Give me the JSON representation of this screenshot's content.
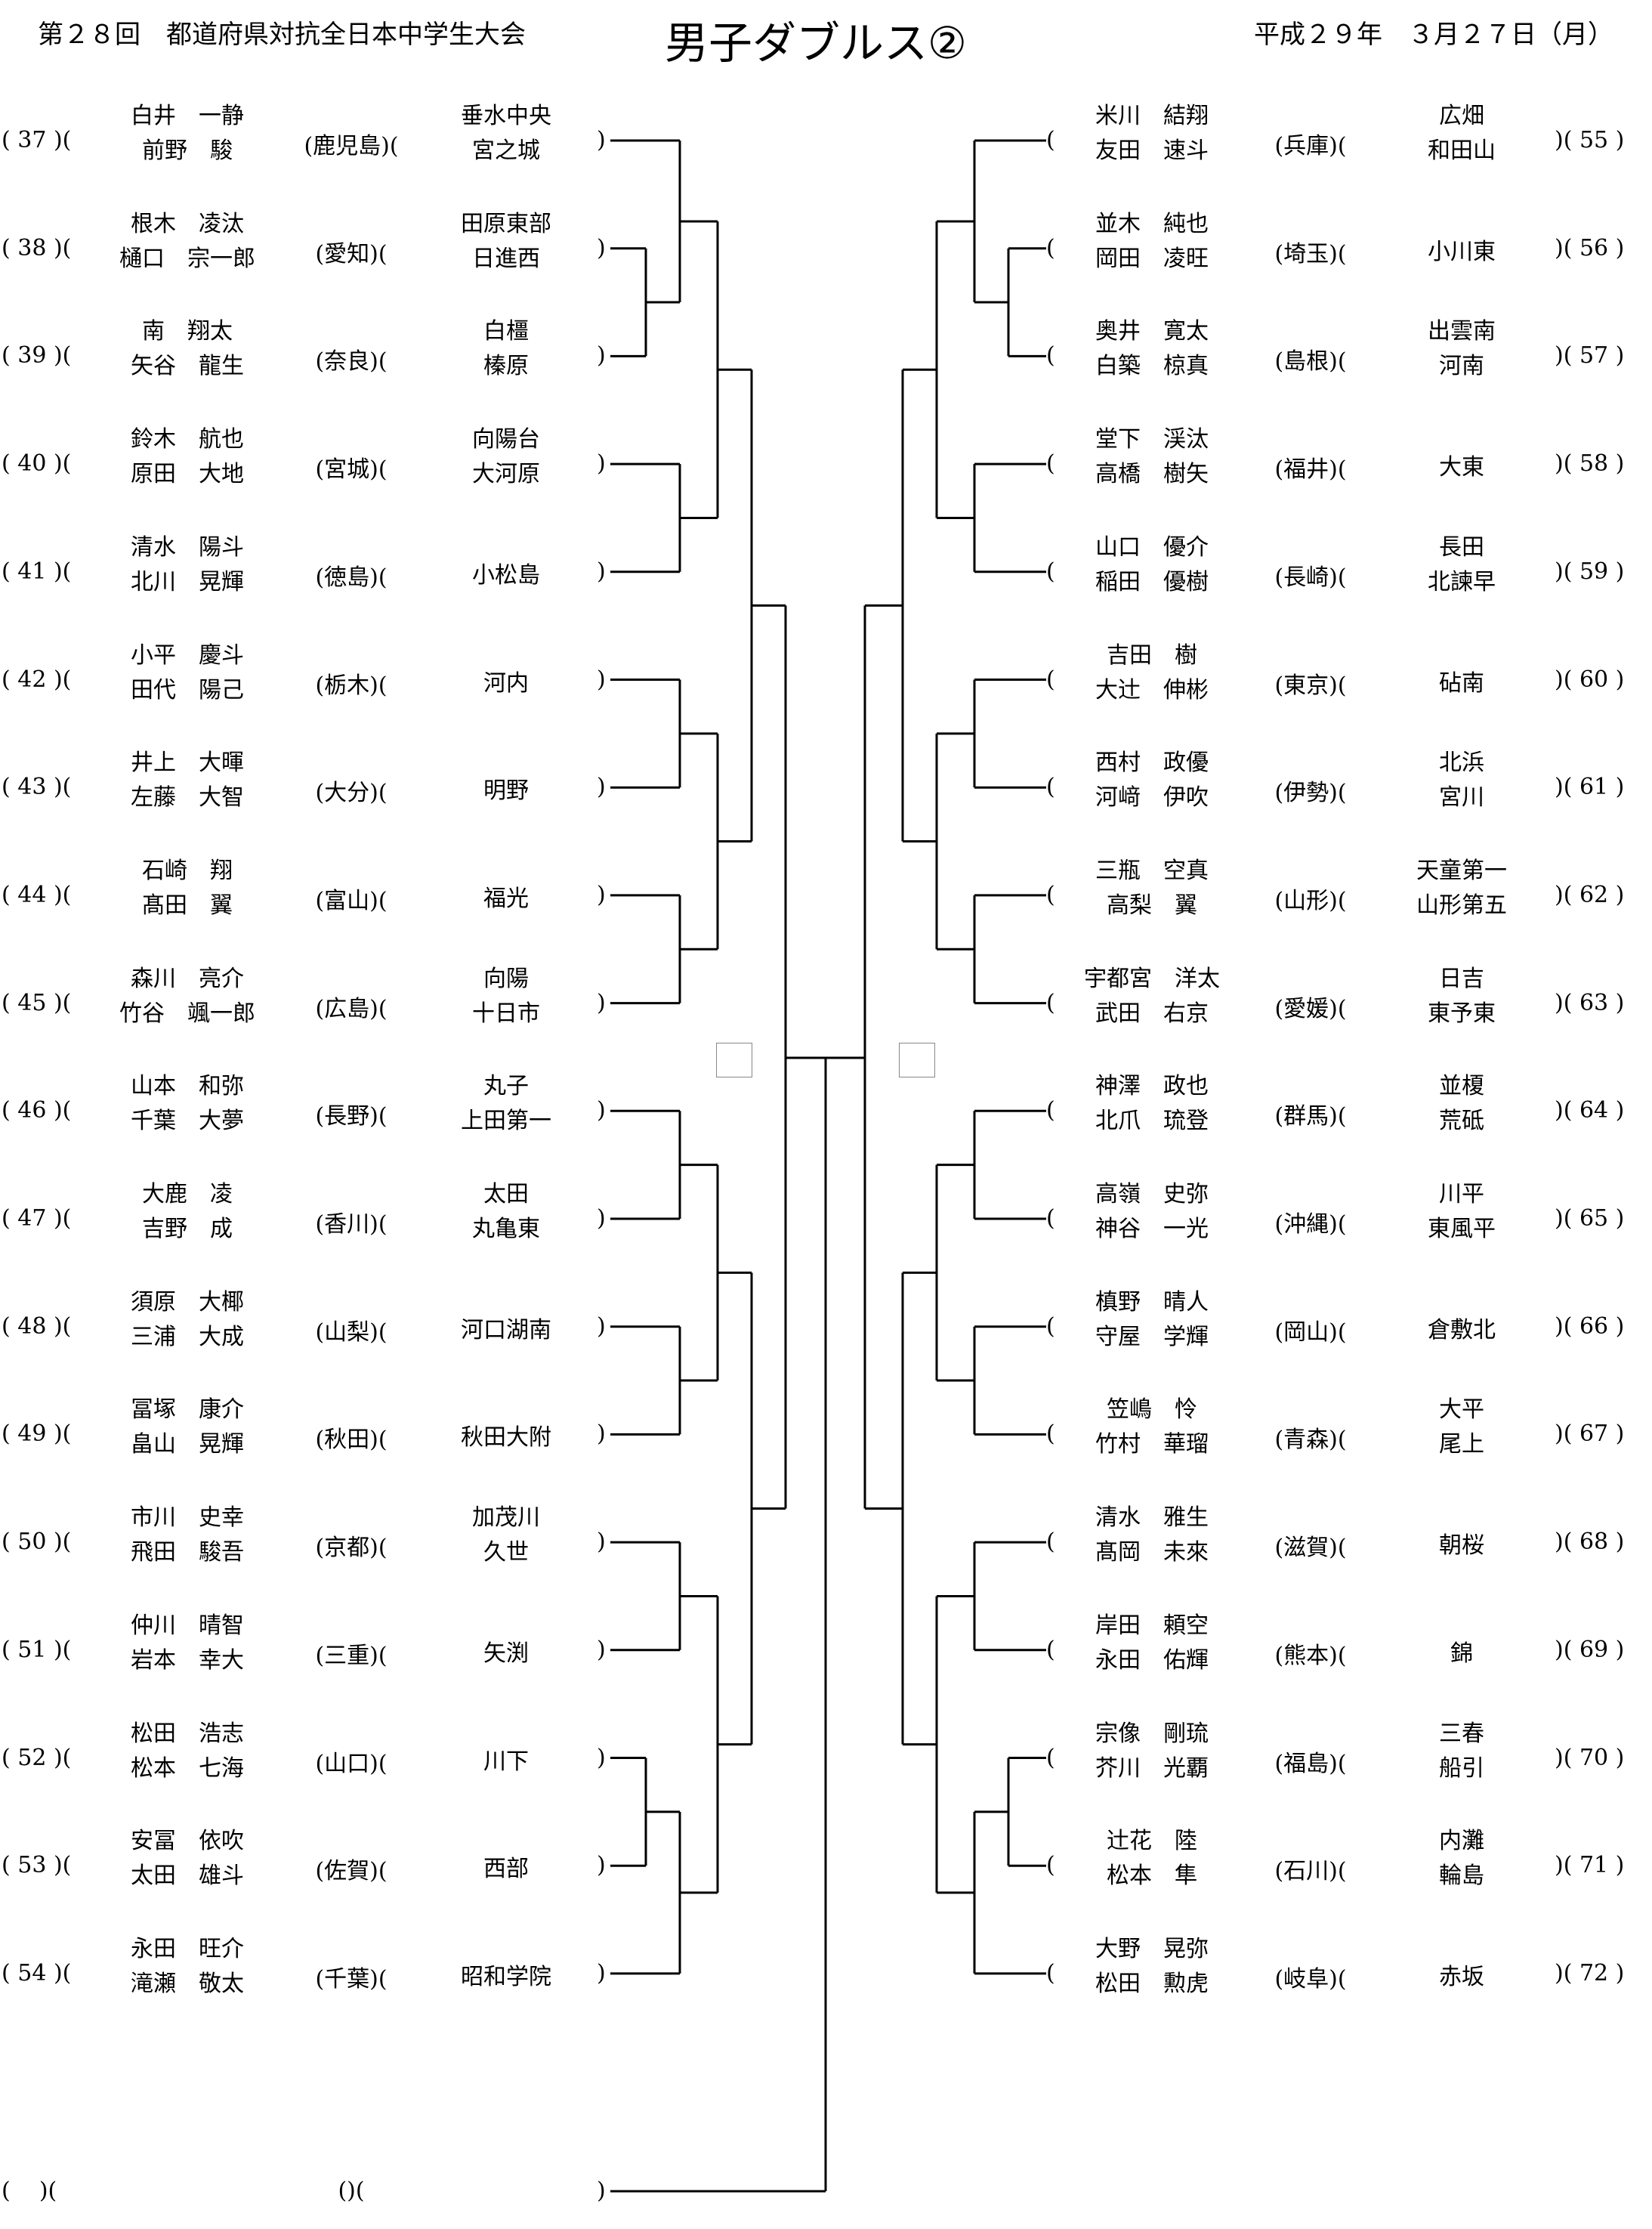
{
  "header": {
    "left": "第２８回　都道府県対抗全日本中学生大会",
    "title": "男子ダブルス②",
    "right": "平成２９年　３月２７日（月）"
  },
  "left_entries": [
    {
      "no": "37",
      "players": [
        "白井　一静",
        "前野　駿"
      ],
      "pref": "鹿児島",
      "schools": [
        "垂水中央",
        "宮之城"
      ]
    },
    {
      "no": "38",
      "players": [
        "根木　凌汰",
        "樋口　宗一郎"
      ],
      "pref": "愛知",
      "schools": [
        "田原東部",
        "日進西"
      ]
    },
    {
      "no": "39",
      "players": [
        "南　翔太",
        "矢谷　龍生"
      ],
      "pref": "奈良",
      "schools": [
        "白橿",
        "榛原"
      ]
    },
    {
      "no": "40",
      "players": [
        "鈴木　航也",
        "原田　大地"
      ],
      "pref": "宮城",
      "schools": [
        "向陽台",
        "大河原"
      ]
    },
    {
      "no": "41",
      "players": [
        "清水　陽斗",
        "北川　晃輝"
      ],
      "pref": "徳島",
      "schools": [
        "小松島"
      ]
    },
    {
      "no": "42",
      "players": [
        "小平　慶斗",
        "田代　陽己"
      ],
      "pref": "栃木",
      "schools": [
        "河内"
      ]
    },
    {
      "no": "43",
      "players": [
        "井上　大暉",
        "左藤　大智"
      ],
      "pref": "大分",
      "schools": [
        "明野"
      ]
    },
    {
      "no": "44",
      "players": [
        "石崎　翔",
        "髙田　翼"
      ],
      "pref": "富山",
      "schools": [
        "福光"
      ]
    },
    {
      "no": "45",
      "players": [
        "森川　亮介",
        "竹谷　颯一郎"
      ],
      "pref": "広島",
      "schools": [
        "向陽",
        "十日市"
      ]
    },
    {
      "no": "46",
      "players": [
        "山本　和弥",
        "千葉　大夢"
      ],
      "pref": "長野",
      "schools": [
        "丸子",
        "上田第一"
      ]
    },
    {
      "no": "47",
      "players": [
        "大鹿　凌",
        "吉野　成"
      ],
      "pref": "香川",
      "schools": [
        "太田",
        "丸亀東"
      ]
    },
    {
      "no": "48",
      "players": [
        "須原　大椰",
        "三浦　大成"
      ],
      "pref": "山梨",
      "schools": [
        "河口湖南"
      ]
    },
    {
      "no": "49",
      "players": [
        "冨塚　康介",
        "畠山　晃輝"
      ],
      "pref": "秋田",
      "schools": [
        "秋田大附"
      ]
    },
    {
      "no": "50",
      "players": [
        "市川　史幸",
        "飛田　駿吾"
      ],
      "pref": "京都",
      "schools": [
        "加茂川",
        "久世"
      ]
    },
    {
      "no": "51",
      "players": [
        "仲川　晴智",
        "岩本　幸大"
      ],
      "pref": "三重",
      "schools": [
        "矢渕"
      ]
    },
    {
      "no": "52",
      "players": [
        "松田　浩志",
        "松本　七海"
      ],
      "pref": "山口",
      "schools": [
        "川下"
      ]
    },
    {
      "no": "53",
      "players": [
        "安冨　依吹",
        "太田　雄斗"
      ],
      "pref": "佐賀",
      "schools": [
        "西部"
      ]
    },
    {
      "no": "54",
      "players": [
        "永田　旺介",
        "滝瀬　敬太"
      ],
      "pref": "千葉",
      "schools": [
        "昭和学院"
      ]
    }
  ],
  "right_entries": [
    {
      "no": "55",
      "players": [
        "米川　結翔",
        "友田　速斗"
      ],
      "pref": "兵庫",
      "schools": [
        "広畑",
        "和田山"
      ]
    },
    {
      "no": "56",
      "players": [
        "並木　純也",
        "岡田　凌旺"
      ],
      "pref": "埼玉",
      "schools": [
        "小川東"
      ]
    },
    {
      "no": "57",
      "players": [
        "奥井　寛太",
        "白築　椋真"
      ],
      "pref": "島根",
      "schools": [
        "出雲南",
        "河南"
      ]
    },
    {
      "no": "58",
      "players": [
        "堂下　渓汰",
        "高橋　樹矢"
      ],
      "pref": "福井",
      "schools": [
        "大東"
      ]
    },
    {
      "no": "59",
      "players": [
        "山口　優介",
        "稲田　優樹"
      ],
      "pref": "長崎",
      "schools": [
        "長田",
        "北諫早"
      ]
    },
    {
      "no": "60",
      "players": [
        "吉田　樹",
        "大辻　伸彬"
      ],
      "pref": "東京",
      "schools": [
        "砧南"
      ]
    },
    {
      "no": "61",
      "players": [
        "西村　政優",
        "河﨑　伊吹"
      ],
      "pref": "伊勢",
      "schools": [
        "北浜",
        "宮川"
      ]
    },
    {
      "no": "62",
      "players": [
        "三瓶　空真",
        "高梨　翼"
      ],
      "pref": "山形",
      "schools": [
        "天童第一",
        "山形第五"
      ]
    },
    {
      "no": "63",
      "players": [
        "宇都宮　洋太",
        "武田　右京"
      ],
      "pref": "愛媛",
      "schools": [
        "日吉",
        "東予東"
      ]
    },
    {
      "no": "64",
      "players": [
        "神澤　政也",
        "北爪　琉登"
      ],
      "pref": "群馬",
      "schools": [
        "並榎",
        "荒砥"
      ]
    },
    {
      "no": "65",
      "players": [
        "高嶺　史弥",
        "神谷　一光"
      ],
      "pref": "沖縄",
      "schools": [
        "川平",
        "東風平"
      ]
    },
    {
      "no": "66",
      "players": [
        "槙野　晴人",
        "守屋　学輝"
      ],
      "pref": "岡山",
      "schools": [
        "倉敷北"
      ]
    },
    {
      "no": "67",
      "players": [
        "笠嶋　怜",
        "竹村　華瑠"
      ],
      "pref": "青森",
      "schools": [
        "大平",
        "尾上"
      ]
    },
    {
      "no": "68",
      "players": [
        "清水　雅生",
        "髙岡　未來"
      ],
      "pref": "滋賀",
      "schools": [
        "朝桜"
      ]
    },
    {
      "no": "69",
      "players": [
        "岸田　頼空",
        "永田　佑輝"
      ],
      "pref": "熊本",
      "schools": [
        "錦"
      ]
    },
    {
      "no": "70",
      "players": [
        "宗像　剛琉",
        "芥川　光覇"
      ],
      "pref": "福島",
      "schools": [
        "三春",
        "船引"
      ]
    },
    {
      "no": "71",
      "players": [
        "辻花　陸",
        "松本　隼"
      ],
      "pref": "石川",
      "schools": [
        "内灘",
        "輪島"
      ]
    },
    {
      "no": "72",
      "players": [
        "大野　晃弥",
        "松田　勲虎"
      ],
      "pref": "岐阜",
      "schools": [
        "赤坂"
      ]
    }
  ],
  "bottom_entry": {
    "no": "",
    "players": [],
    "pref": "",
    "schools": []
  },
  "score_boxes": [
    "",
    ""
  ]
}
